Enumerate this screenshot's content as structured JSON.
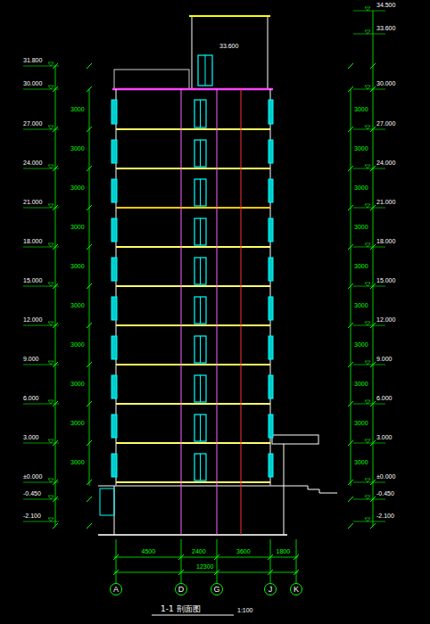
{
  "diagram": {
    "title": "1-1 剖面图",
    "nodes": [
      {
        "text": [
          "A"
        ]
      },
      {
        "text": [
          "D"
        ]
      },
      {
        "text": [
          "G"
        ]
      },
      {
        "text": [
          "J"
        ]
      },
      {
        "text": [
          "K"
        ]
      }
    ],
    "labels": [
      "1:100",
      "34.500",
      "33.600",
      "30.000",
      "27.000",
      "24.000",
      "21.000",
      "18.000",
      "15.000",
      "12.000",
      "9.000",
      "6.000",
      "3.000",
      "±0.000",
      "-0.450",
      "-2.100",
      "31.800",
      "30.000",
      "27.000",
      "24.000",
      "21.000",
      "18.000",
      "15.000",
      "12.000",
      "9.000",
      "6.000",
      "3.000",
      "±0.000",
      "-0.450",
      "-2.100",
      "3000",
      "3000",
      "3000",
      "3000",
      "3000",
      "3000",
      "3000",
      "3000",
      "3000",
      "3000",
      "3000",
      "3000",
      "3000",
      "3000",
      "3000",
      "3000",
      "3000",
      "3000",
      "3000",
      "3000",
      "4500",
      "2400",
      "3600",
      "1800",
      "12300",
      "33.600"
    ]
  }
}
